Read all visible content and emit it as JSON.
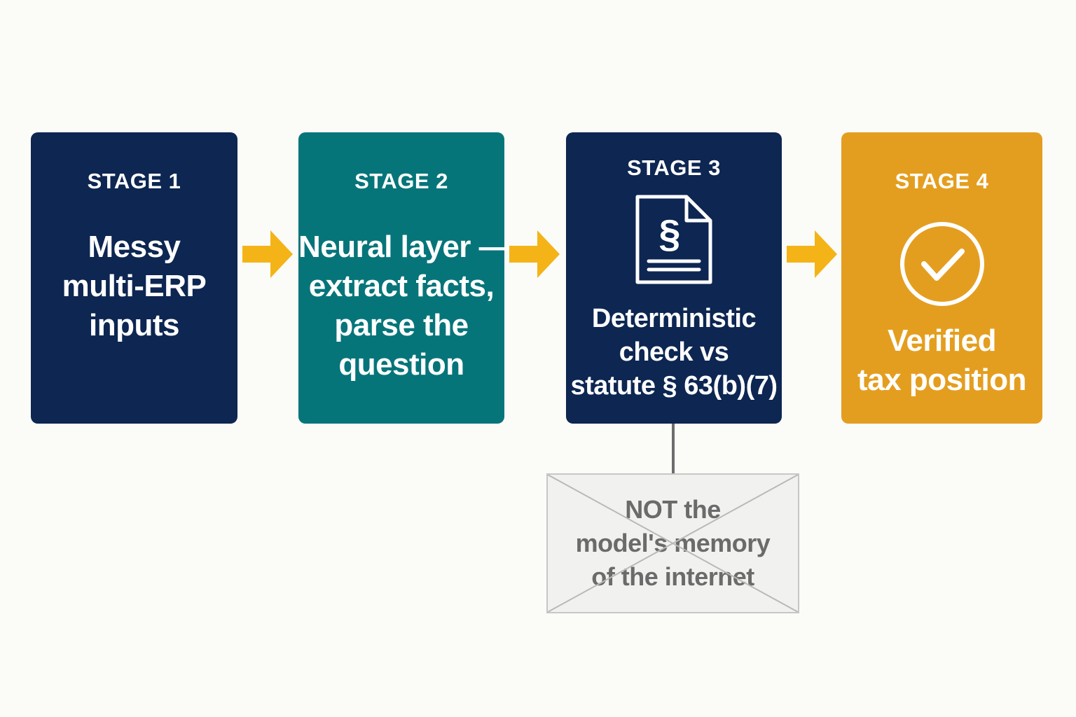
{
  "colors": {
    "background": "#fbfbf8",
    "navy": "#0d2652",
    "teal": "#06757a",
    "amber": "#e49e1f",
    "arrow": "#f4b418",
    "note_fill": "#f1f1ef",
    "note_text": "#6b6b6b"
  },
  "stages": [
    {
      "label": "STAGE 1",
      "lines": [
        "Messy",
        "multi-ERP",
        "inputs"
      ]
    },
    {
      "label": "STAGE 2",
      "lines": [
        "Neural layer —",
        "extract facts,",
        "parse the",
        "question"
      ]
    },
    {
      "label": "STAGE 3",
      "icon": "statute-document-icon",
      "icon_symbol": "§",
      "lines": [
        "Deterministic",
        "check vs",
        "statute § 63(b)(7)"
      ]
    },
    {
      "label": "STAGE 4",
      "icon": "check-circle-icon",
      "lines": [
        "Verified",
        "tax position"
      ]
    }
  ],
  "arrows": [
    "arrow-right-icon",
    "arrow-right-icon",
    "arrow-right-icon"
  ],
  "note": {
    "lines": [
      "NOT the",
      "model's memory",
      "of the internet"
    ],
    "crossed_out": true
  }
}
